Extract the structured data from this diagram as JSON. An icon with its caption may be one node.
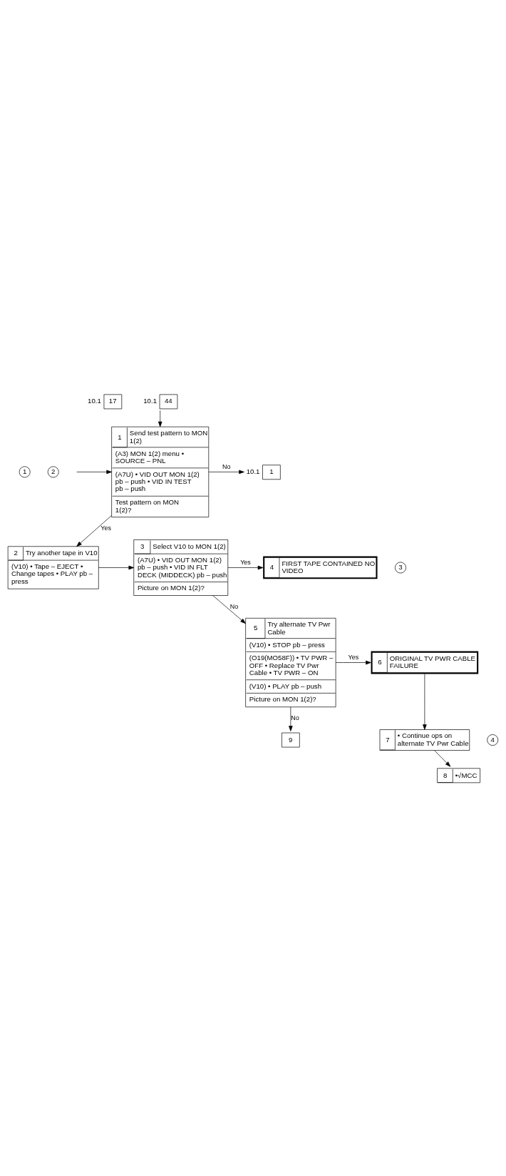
{
  "diagram": {
    "nodes": [
      {
        "text": [
          "17"
        ],
        "beside": [
          "10.1"
        ]
      },
      {
        "text": [
          "44"
        ],
        "beside": [
          "10.1"
        ]
      },
      {
        "text": [
          "1",
          "Send test pattern to MON 1(2)",
          "(A3) MON 1(2) menu • SOURCE – PNL",
          "(A7U) • VID OUT MON 1(2) pb – push • VID IN TEST pb – push",
          "Test pattern on MON 1(2)?"
        ]
      },
      {
        "text": [
          "1"
        ],
        "beside": [
          "10.1"
        ]
      },
      {
        "text": [
          "2",
          "Try another tape in V10",
          "(V10) • Tape – EJECT • Change tapes • PLAY pb – press"
        ]
      },
      {
        "text": [
          "3",
          "Select V10 to MON 1(2)",
          "(A7U) • VID OUT MON 1(2) pb – push • VID IN FLT DECK (MIDDECK) pb – push",
          "Picture on MON 1(2)?"
        ]
      },
      {
        "text": [
          "4",
          "FIRST TAPE CONTAINED NO VIDEO"
        ]
      },
      {
        "text": [
          "5",
          "Try alternate TV Pwr Cable",
          "(V10) • STOP pb – press",
          "(O19(MO58F)) • TV PWR – OFF • Replace TV Pwr Cable • TV PWR – ON",
          "(V10) • PLAY pb – push",
          "Picture on MON 1(2)?"
        ]
      },
      {
        "text": [
          "9"
        ]
      },
      {
        "text": [
          "6",
          "ORIGINAL TV PWR CABLE FAILURE"
        ]
      },
      {
        "text": [
          "7",
          "• Continue ops on alternate TV Pwr Cable"
        ]
      },
      {
        "text": [
          "8",
          "•√MCC"
        ]
      }
    ],
    "edges": [
      {
        "from": null,
        "to": 2,
        "arrow": "to"
      },
      {
        "from": 1,
        "to": 2,
        "arrow": "to"
      },
      {
        "from": 2,
        "to": 3,
        "arrow": "to",
        "label": "No"
      },
      {
        "from": 2,
        "to": 4,
        "arrow": "to",
        "label": "Yes"
      },
      {
        "from": 4,
        "to": 5,
        "arrow": "to"
      },
      {
        "from": 5,
        "to": 6,
        "arrow": "to",
        "label": "Yes"
      },
      {
        "from": 5,
        "to": 7,
        "arrow": "to",
        "label": "No"
      },
      {
        "from": 7,
        "to": 9,
        "arrow": "to",
        "label": "Yes"
      },
      {
        "from": 7,
        "to": 8,
        "arrow": "to",
        "label": "No"
      },
      {
        "from": 9,
        "to": 10,
        "arrow": "to"
      },
      {
        "from": 10,
        "to": 11,
        "arrow": "to"
      }
    ],
    "labels": [
      "1",
      "2",
      "3",
      "4"
    ]
  }
}
